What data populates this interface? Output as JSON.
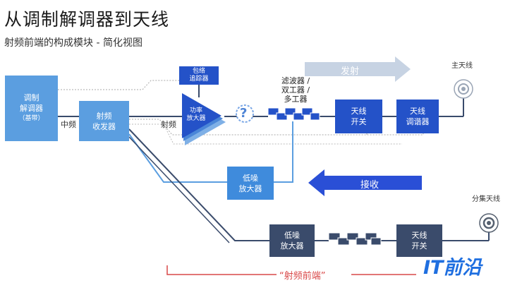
{
  "header": {
    "title": "从调制解调器到天线",
    "subtitle": "射频前端的构成模块 - 简化视图"
  },
  "blocks": {
    "modem_line1": "调制",
    "modem_line2": "解调器",
    "modem_note": "（基带）",
    "transceiver_line1": "射频",
    "transceiver_line2": "收发器",
    "envelope_line1": "包络",
    "envelope_line2": "追踪器",
    "pa_line1": "功率",
    "pa_line2": "放大器",
    "filter_line1": "滤波器 /",
    "filter_line2": "双工器 /",
    "filter_line3": "多工器",
    "switch1_line1": "天线",
    "switch1_line2": "开关",
    "tuner_line1": "天线",
    "tuner_line2": "调谐器",
    "lna1_line1": "低噪",
    "lna1_line2": "放大器",
    "lna2_line1": "低噪",
    "lna2_line2": "放大器",
    "switch2_line1": "天线",
    "switch2_line2": "开关"
  },
  "labels": {
    "if": "中频",
    "rf": "射频",
    "transmit": "发射",
    "receive": "接收",
    "main_antenna": "主天线",
    "diversity_antenna": "分集天线",
    "question": "?",
    "rf_front_end": "“射频前端”"
  },
  "watermark": {
    "text": "IT前沿"
  }
}
